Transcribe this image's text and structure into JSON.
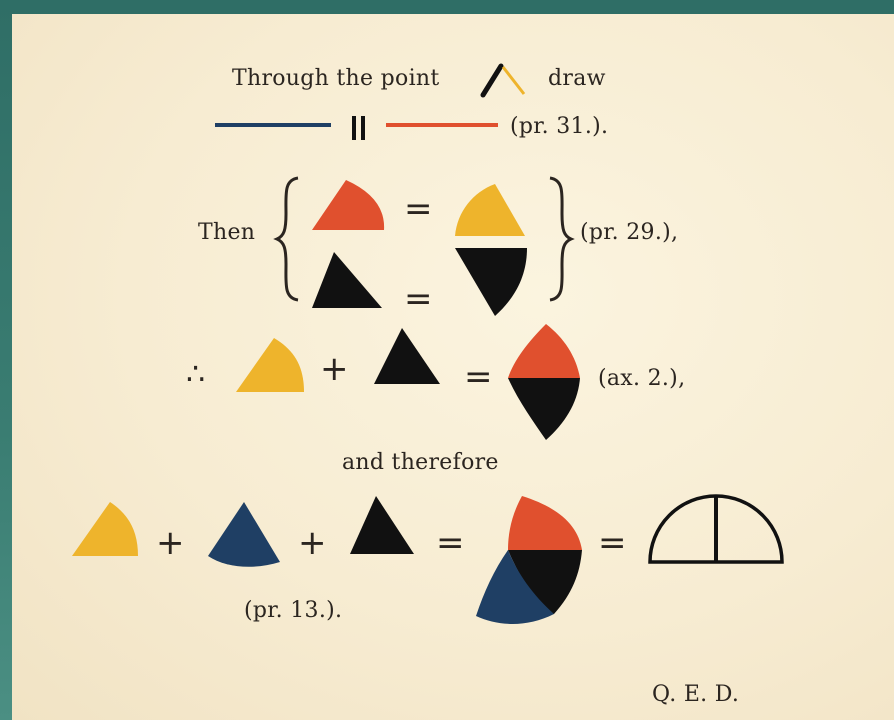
{
  "line1": {
    "text_before": "Through the point",
    "text_after": "draw"
  },
  "line2": {
    "reference": "(pr. 31.)."
  },
  "line3": {
    "then_label": "Then",
    "reference": "(pr. 29.),",
    "equals_top": "=",
    "equals_bottom": "="
  },
  "line4": {
    "therefore_symbol": "∴",
    "plus": "+",
    "equals": "=",
    "reference": "(ax. 2.),"
  },
  "line5": {
    "text": "and therefore"
  },
  "line6": {
    "plus1": "+",
    "plus2": "+",
    "equals1": "=",
    "equals2": "=",
    "reference": "(pr. 13.)."
  },
  "qed": "Q. E. D.",
  "colors": {
    "red": "#e0502e",
    "yellow": "#eeb42c",
    "blue": "#1f3f64",
    "black": "#111111",
    "paper": "#f8eed6",
    "ink": "#2b2520"
  },
  "icons": [
    "point-angle-icon",
    "blue-line-icon",
    "parallel-icon",
    "red-line-icon",
    "red-sector-icon",
    "yellow-sector-icon",
    "black-triangle-icon",
    "black-sector-icon",
    "split-sector-icon",
    "blue-sector-icon",
    "composite-figure-icon",
    "semicircle-icon"
  ]
}
